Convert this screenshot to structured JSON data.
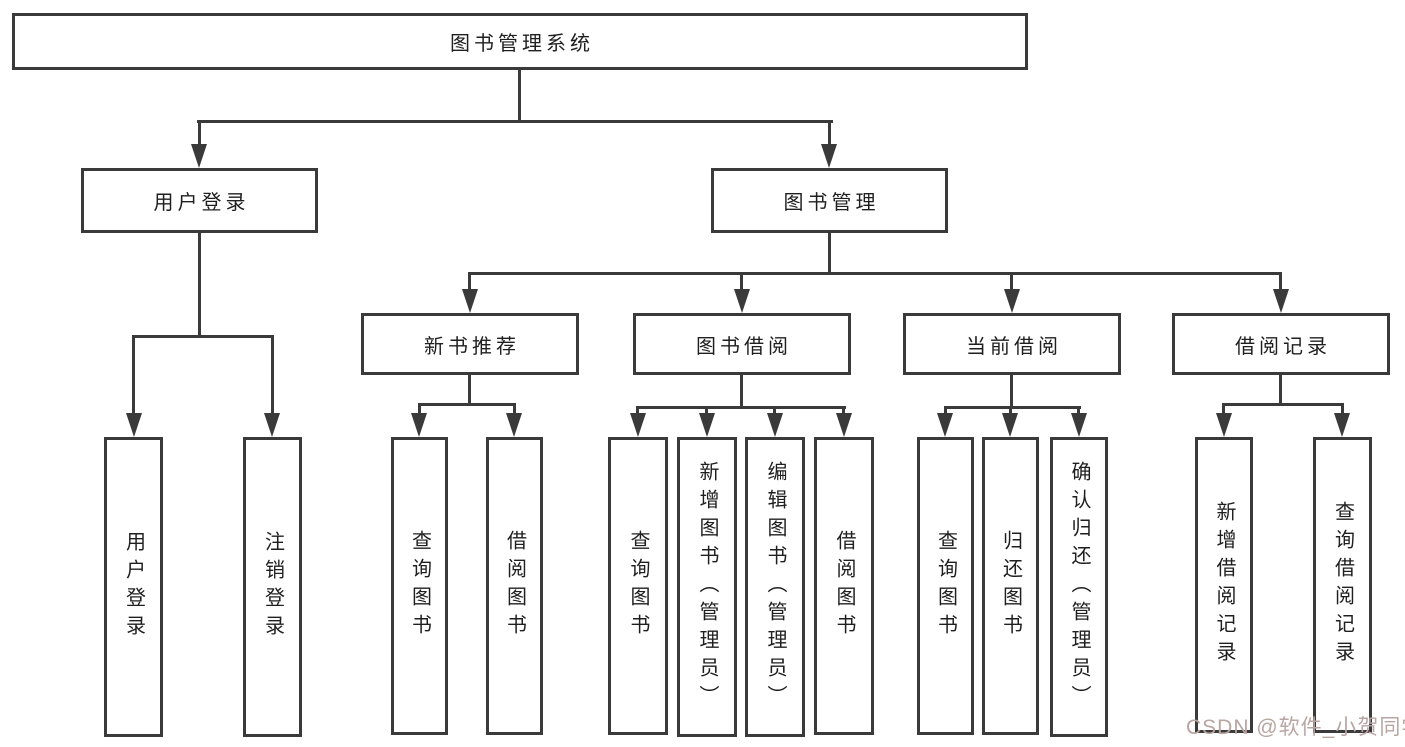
{
  "tree": {
    "label": "图书管理系统",
    "children": [
      {
        "label": "用户登录",
        "children": [
          {
            "label": "用户登录"
          },
          {
            "label": "注销登录"
          }
        ]
      },
      {
        "label": "图书管理",
        "children": [
          {
            "label": "新书推荐",
            "children": [
              {
                "label": "查询图书"
              },
              {
                "label": "借阅图书"
              }
            ]
          },
          {
            "label": "图书借阅",
            "children": [
              {
                "label": "查询图书"
              },
              {
                "label": "新增图书（管理员）"
              },
              {
                "label": "编辑图书（管理员）"
              },
              {
                "label": "借阅图书"
              }
            ]
          },
          {
            "label": "当前借阅",
            "children": [
              {
                "label": "查询图书"
              },
              {
                "label": "归还图书"
              },
              {
                "label": "确认归还（管理员）"
              }
            ]
          },
          {
            "label": "借阅记录",
            "children": [
              {
                "label": "新增借阅记录"
              },
              {
                "label": "查询借阅记录"
              }
            ]
          }
        ]
      }
    ]
  },
  "watermark": {
    "text": "CSDN @软件_小贺同学"
  },
  "colors": {
    "line": "#3a3a3a",
    "text": "#1f1f1f",
    "watermark": "#b9a5a1",
    "background": "#ffffff"
  }
}
